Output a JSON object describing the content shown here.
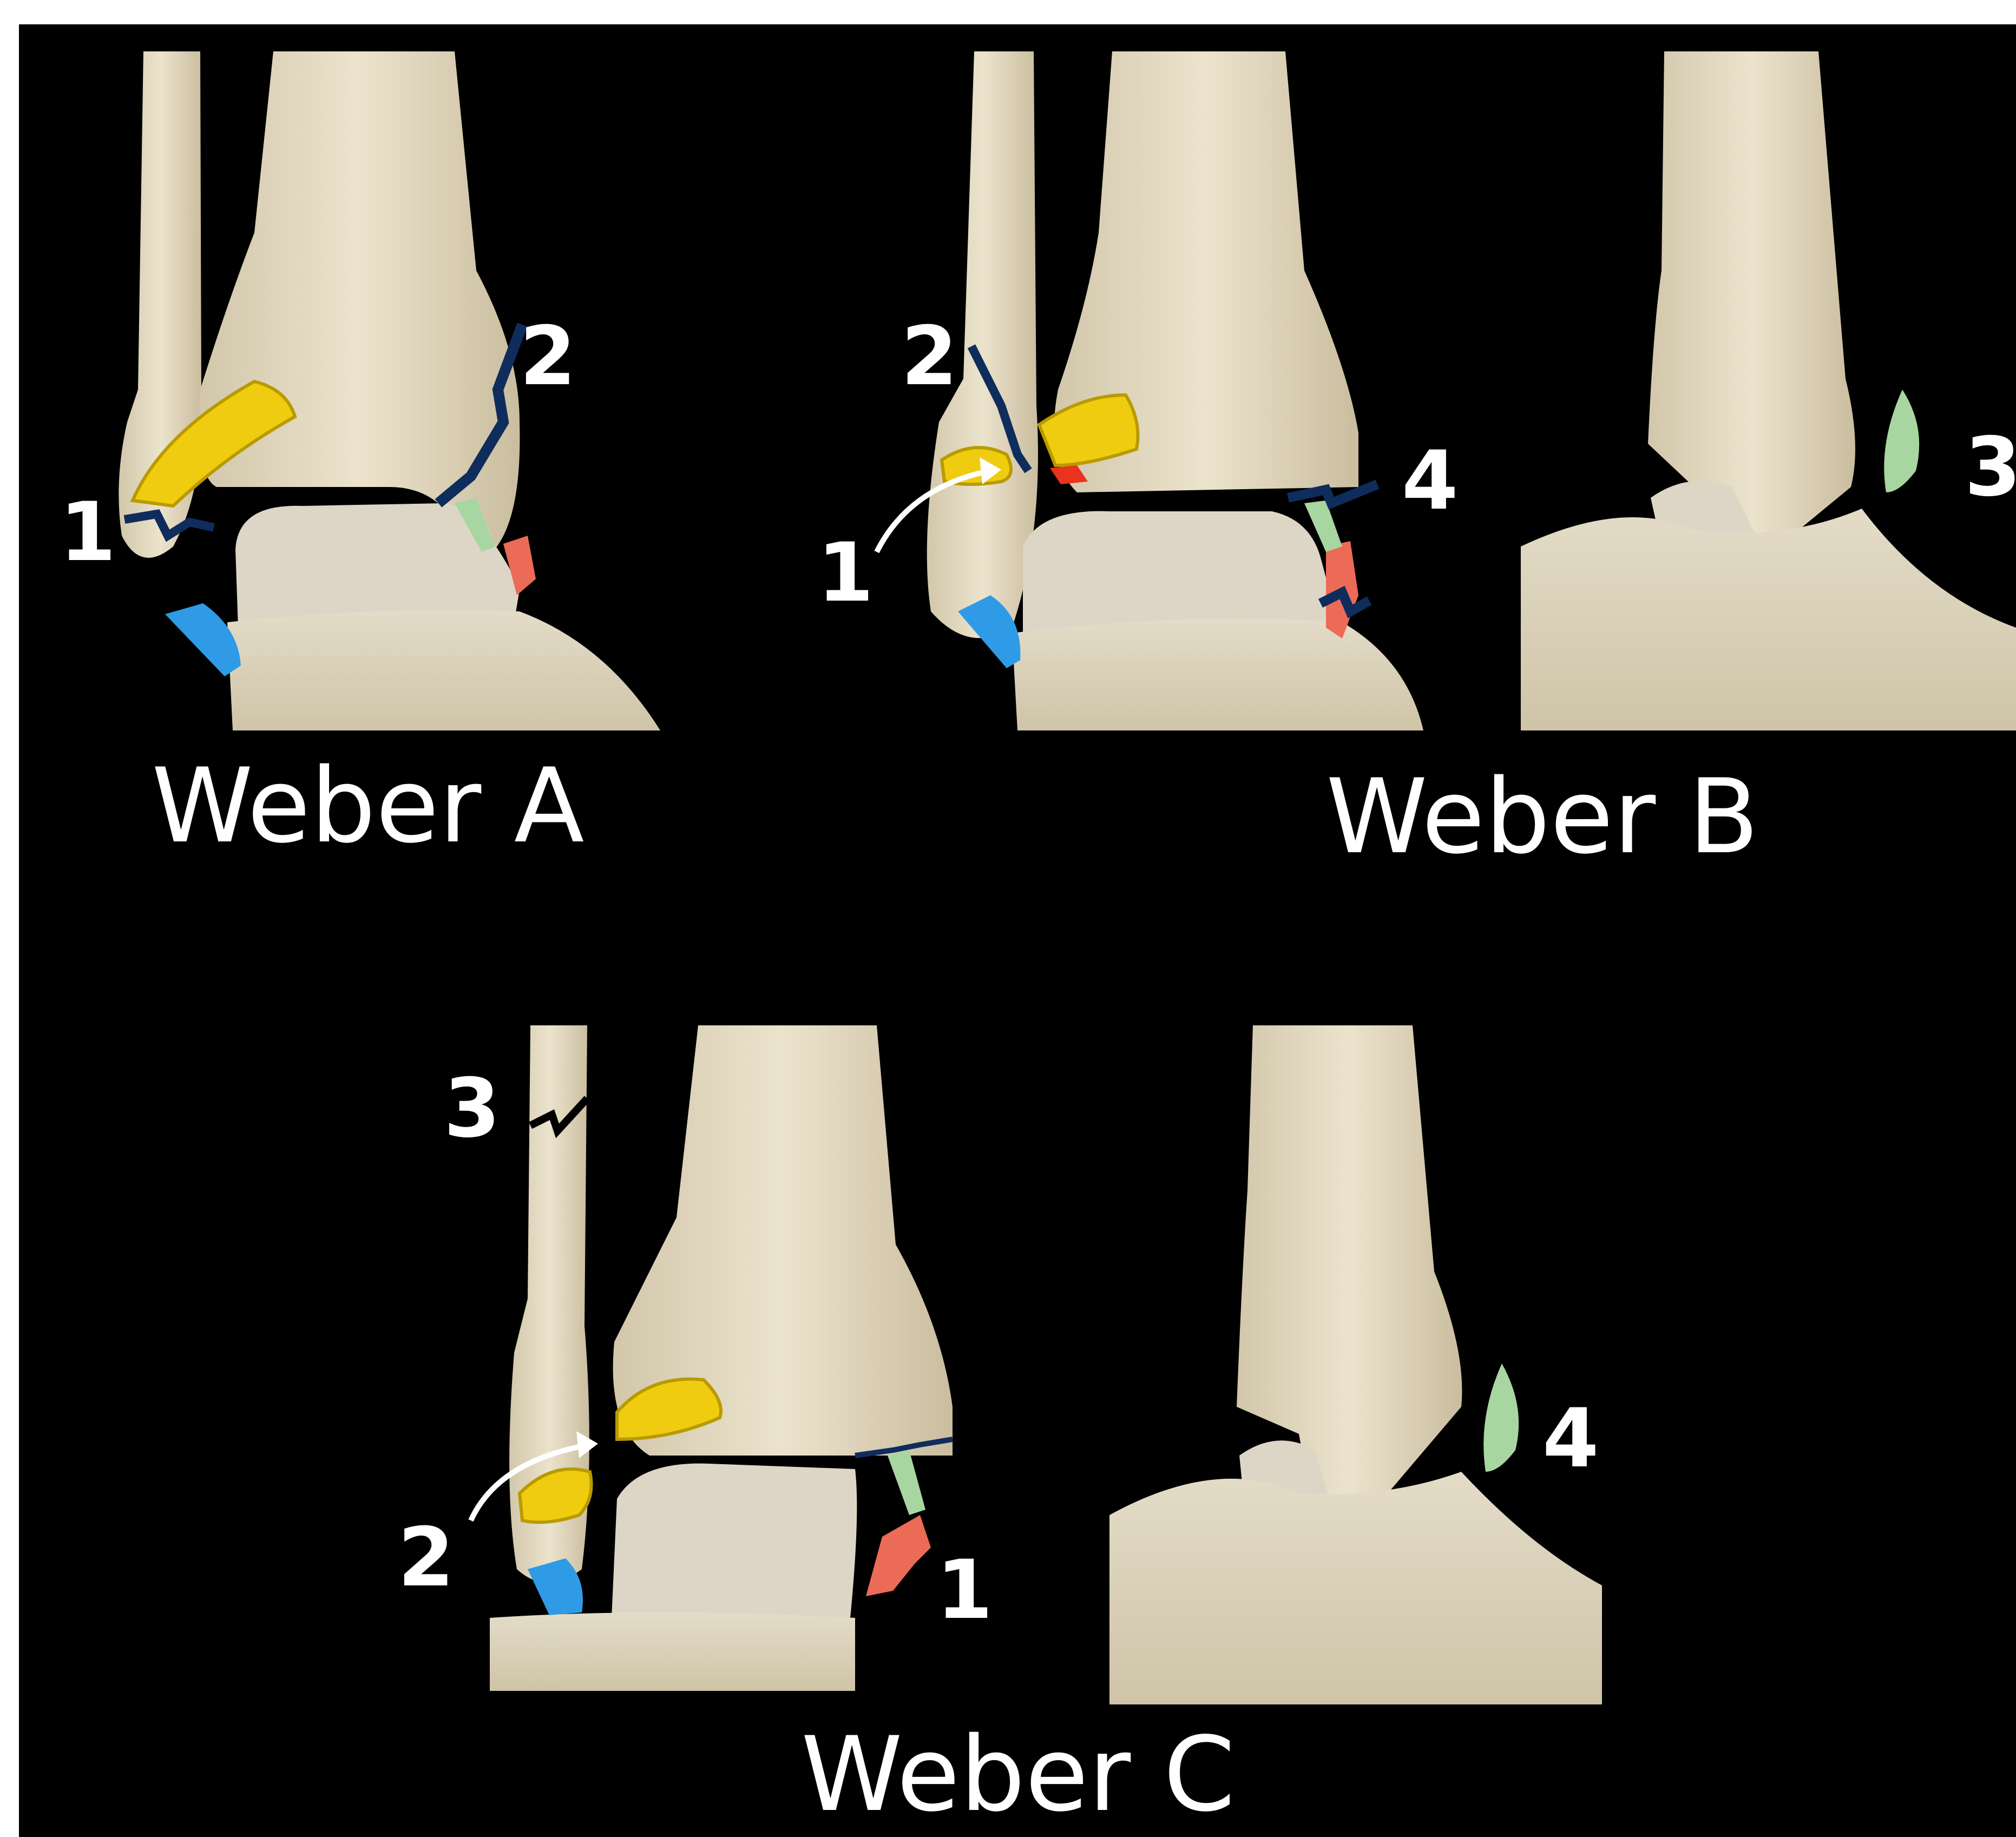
{
  "panels": {
    "weber_a": {
      "caption": "Weber A",
      "labels": {
        "l1": "1",
        "l2": "2"
      }
    },
    "weber_b": {
      "caption": "Weber B",
      "labels": {
        "l1": "1",
        "l2": "2",
        "l3": "3",
        "l4": "4"
      }
    },
    "weber_c": {
      "caption": "Weber C",
      "labels": {
        "l1": "1",
        "l2": "2",
        "l3": "3",
        "l4": "4"
      }
    }
  },
  "colors": {
    "background": "#000000",
    "bone": "#e6dcc4",
    "bone_shade": "#cfc3a6",
    "talus": "#ddd6c6",
    "ligament_yellow": "#f0cc10",
    "ligament_blue": "#2f9be6",
    "ligament_red": "#ec6b56",
    "ligament_green": "#a8d6a0",
    "fracture_line": "#0f2d5c"
  }
}
